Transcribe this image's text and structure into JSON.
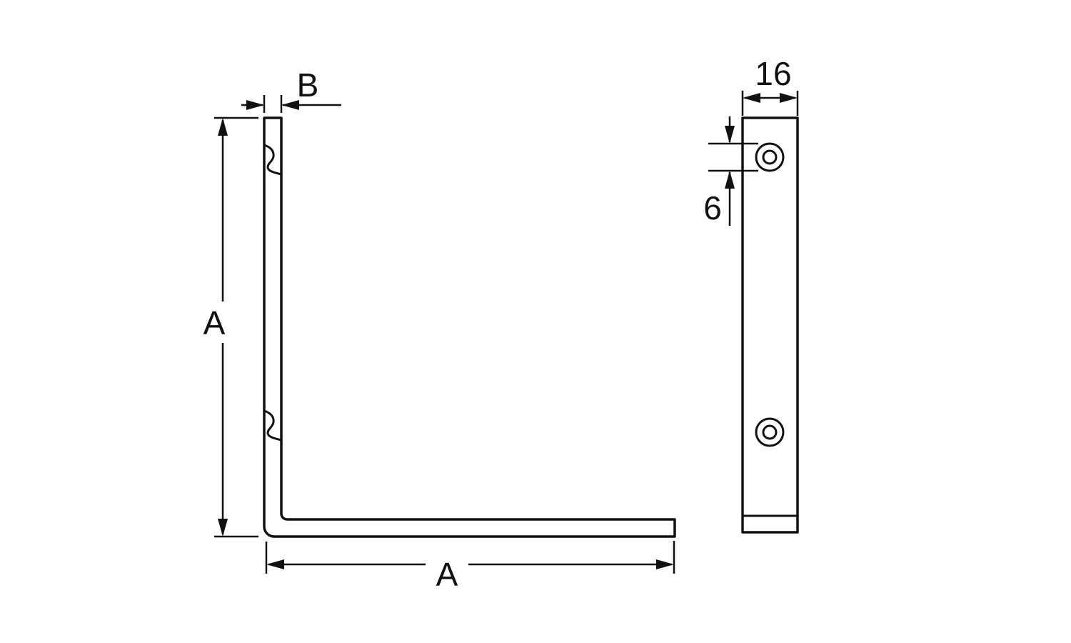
{
  "drawing": {
    "background": "#ffffff",
    "line_color": "#111111",
    "views": {
      "side_view": "angle-bracket side profile",
      "front_view": "vertical leg front face"
    },
    "dimensions": {
      "thickness": "B",
      "leg_vertical": "A",
      "leg_horizontal": "A",
      "plate_width": "16",
      "hole_diameter": "6"
    }
  }
}
